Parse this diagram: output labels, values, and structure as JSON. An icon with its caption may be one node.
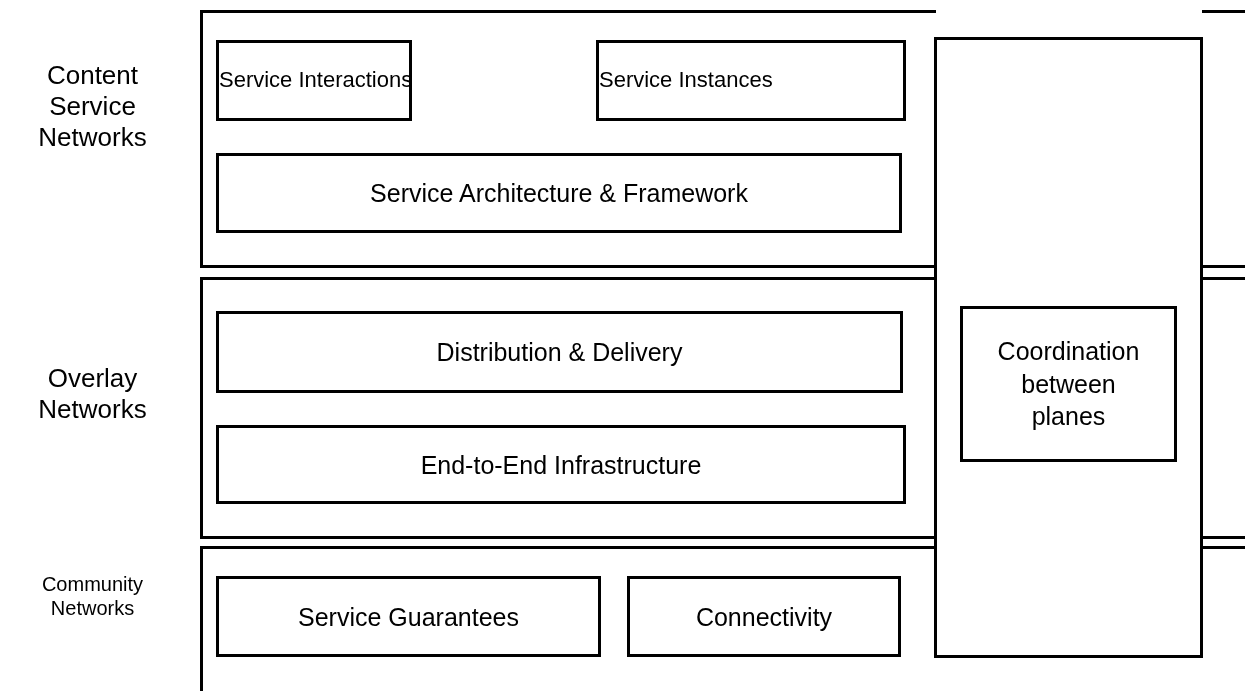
{
  "diagram": {
    "nodes": [
      {
        "text": [
          "Content Service Networks"
        ]
      },
      {
        "text": [
          "Service Interactions"
        ],
        "in": 0
      },
      {
        "text": [
          "Service Instances"
        ],
        "in": 0
      },
      {
        "text": [
          "Service Architecture & Framework"
        ],
        "in": 0
      },
      {
        "text": [
          "Overlay Networks"
        ]
      },
      {
        "text": [
          "Distribution & Delivery"
        ],
        "in": 4
      },
      {
        "text": [
          "End-to-End Infrastructure"
        ],
        "in": 4
      },
      {
        "text": [
          "Community Networks"
        ]
      },
      {
        "text": [
          "Service Guarantees"
        ],
        "in": 7
      },
      {
        "text": [
          "Connectivity"
        ],
        "in": 7
      },
      {
        "text": [],
        "shape": "box"
      },
      {
        "text": [
          "Coordination between planes"
        ],
        "in": 10
      }
    ]
  }
}
